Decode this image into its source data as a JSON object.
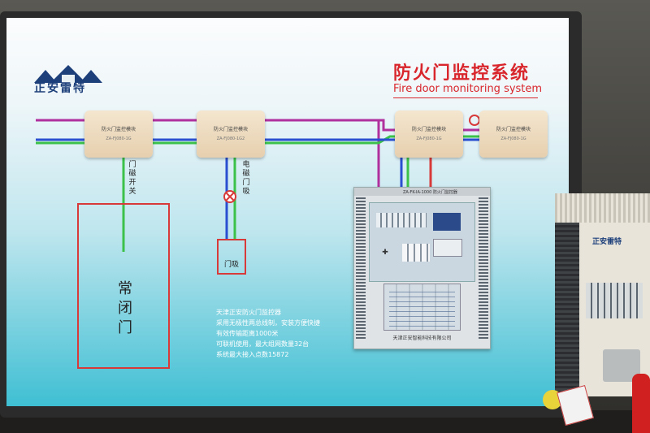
{
  "brand": {
    "name": "正安雷特"
  },
  "board": {
    "title_cn": "防火门监控系统",
    "title_en": "Fire door monitoring system",
    "modules": [
      {
        "name": "防火门监控模块",
        "serial": "ZA-FJ080-1G"
      },
      {
        "name": "防火门监控模块",
        "serial": "ZA-FJ080-1G2"
      },
      {
        "name": "防火门监控模块",
        "serial": "ZA-FJ080-1G"
      },
      {
        "name": "防火门监控模块",
        "serial": "ZA-FJ080-1G"
      }
    ],
    "door_switch_label": "门磁开关",
    "lock_label": "电磁门吸",
    "door_label": "常闭门",
    "holder_label": "门吸",
    "description": [
      "天津正安防火门监控器",
      "采用无极性两总线制，安装方便快捷",
      "有效传输距离1000米",
      "可联机使用，最大组网数量32台",
      "系统最大接入点数15872"
    ],
    "panel_model": "ZA-FK-IA-1000 防火门监控器",
    "panel_company": "天津正安智能科技有限公司"
  },
  "cabinet": {
    "brand": "正安雷特"
  },
  "colors": {
    "title_red": "#d8262c",
    "wire_purple": "#b0309e",
    "wire_green": "#3cc24a",
    "wire_blue": "#2a4fd0",
    "wire_red": "#d83a3a",
    "frame_red": "#d83a3a"
  }
}
